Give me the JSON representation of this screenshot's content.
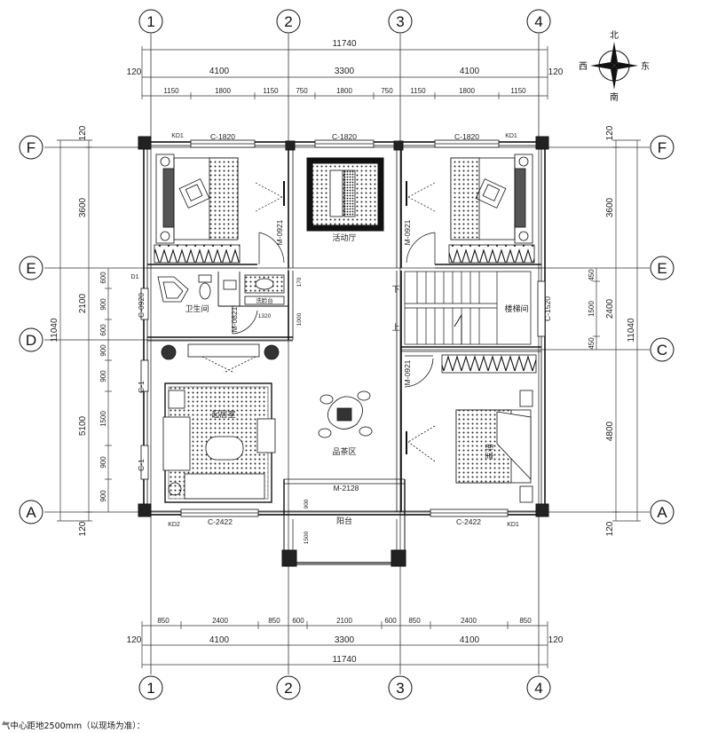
{
  "compass": {
    "north": "北",
    "south": "南",
    "east": "东",
    "west": "西"
  },
  "grid": {
    "columns": [
      "1",
      "2",
      "3",
      "4"
    ],
    "rows_left": [
      "F",
      "E",
      "D",
      "A"
    ],
    "rows_right": [
      "F",
      "E",
      "C",
      "A"
    ]
  },
  "dims_top": {
    "total": "11740",
    "edge_left": "120",
    "edge_right": "120",
    "spans": [
      "4100",
      "3300",
      "4100"
    ],
    "details": [
      "1150",
      "1800",
      "1150",
      "750",
      "1800",
      "750",
      "1150",
      "1800",
      "1150"
    ]
  },
  "dims_bottom": {
    "total": "11740",
    "edge_left": "120",
    "edge_right": "120",
    "spans": [
      "4100",
      "3300",
      "4100"
    ],
    "details": [
      "850",
      "2400",
      "850",
      "600",
      "2100",
      "600",
      "850",
      "2400",
      "850"
    ]
  },
  "dims_left": {
    "total": "11040",
    "edge_top": "120",
    "edge_bottom": "120",
    "spans": [
      "3600",
      "2100",
      "5100"
    ],
    "details": [
      "600",
      "900",
      "600",
      "900",
      "900",
      "1500",
      "900",
      "900"
    ]
  },
  "dims_right": {
    "total": "11040",
    "edge_top": "120",
    "edge_bottom": "120",
    "spans": [
      "3600",
      "2400",
      "4800"
    ],
    "details": [
      "450",
      "1500",
      "450"
    ]
  },
  "rooms": {
    "activity": "活动厅",
    "bathroom": "卫生间",
    "stair": "楼梯间",
    "master": "起居室",
    "tea": "品茶区",
    "balcony": "阳台",
    "bedroom_se": "卧室",
    "washbasin": "洗脸台",
    "stair_down": "下",
    "stair_up": "上"
  },
  "labels": {
    "c1820_a": "C-1820",
    "c1820_b": "C-1820",
    "c1820_c": "C-1820",
    "kd1_a": "KD1",
    "kd1_b": "KD1",
    "kd1_c": "KD1",
    "kd2": "KD2",
    "m0921_a": "M-0921",
    "m0921_b": "M-0921",
    "m0921_c": "M-0921",
    "m0821": "M-0821",
    "m2128": "M-2128",
    "c0920": "C-0920",
    "c1520": "C-1520",
    "c2422_a": "C-2422",
    "c2422_b": "C-2422",
    "c1_a": "C-1",
    "c1_b": "C-1",
    "d1": "D1",
    "d1320": "1320",
    "d1000": "1000",
    "d170": "170",
    "b900": "900",
    "b1500": "1500"
  },
  "footer_note": "气中心距地2500mm（以现场为准）："
}
